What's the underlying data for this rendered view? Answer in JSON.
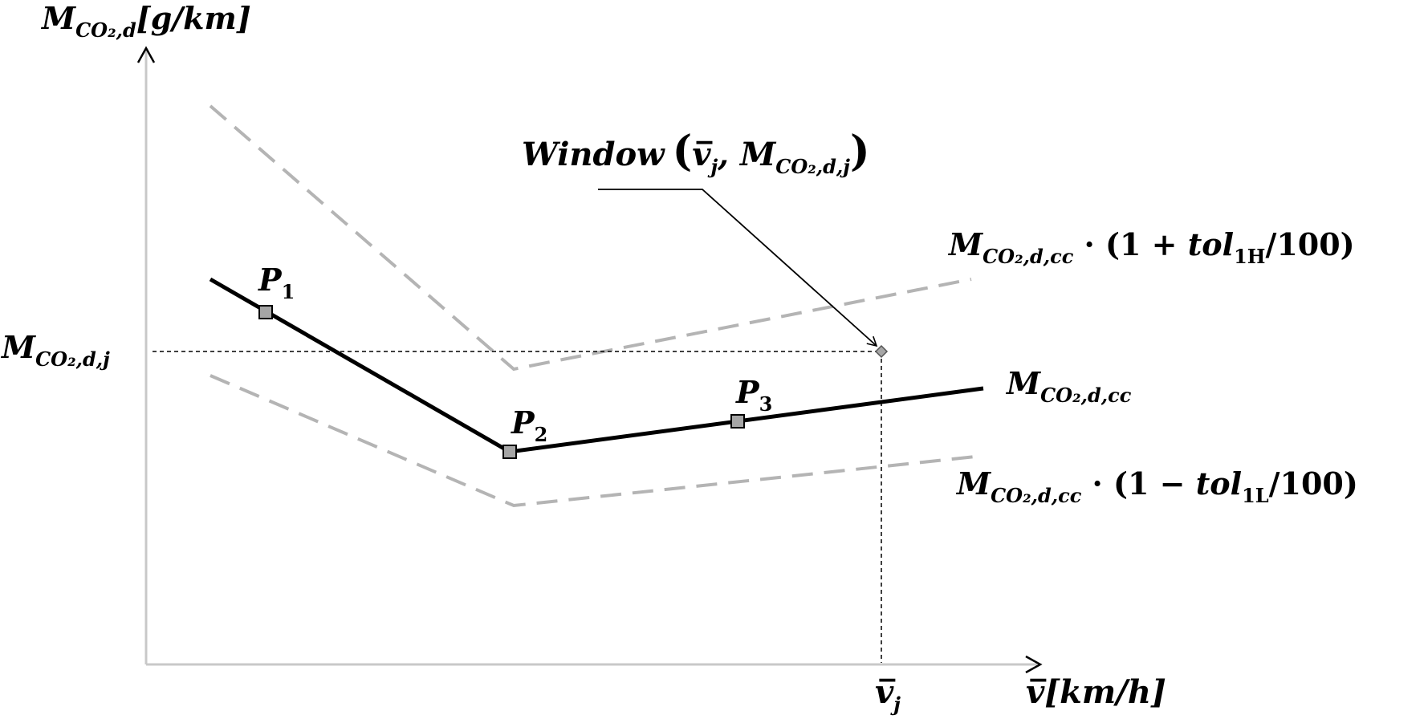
{
  "diagram": {
    "y_axis_label": {
      "main": "M",
      "sub": "CO₂,d",
      "unit": "[g/km]"
    },
    "x_axis_label": {
      "main": "v̅",
      "unit": "[km/h]"
    },
    "y_level_label": {
      "main": "M",
      "sub": "CO₂,d,j"
    },
    "x_level_label": {
      "main": "v̅",
      "sub": "j"
    },
    "window_label": {
      "text": "Window",
      "open": "(",
      "v": "v̅",
      "vsub": "j",
      "comma": ", ",
      "m": "M",
      "msub": "CO₂,d,j",
      "close": ")"
    },
    "points": [
      {
        "main": "P",
        "sub": "1"
      },
      {
        "main": "P",
        "sub": "2"
      },
      {
        "main": "P",
        "sub": "3"
      }
    ],
    "curve_label": {
      "main": "M",
      "sub": "CO₂,d,cc"
    },
    "upper_label": {
      "main": "M",
      "sub": "CO₂,d,cc",
      "expr": " · (1 + ",
      "tol": "tol",
      "tolsub": "1H",
      "end": "/100)"
    },
    "lower_label": {
      "main": "M",
      "sub": "CO₂,d,cc",
      "expr": " · (1 − ",
      "tol": "tol",
      "tolsub": "1L",
      "end": "/100)"
    },
    "colors": {
      "axis": "#c8c8c8",
      "curve": "#000000",
      "band": "#b4b4b4",
      "marker_fill": "#a6a6a6"
    }
  }
}
